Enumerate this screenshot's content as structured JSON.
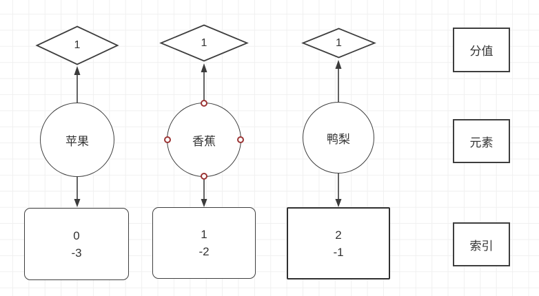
{
  "colors": {
    "canvas_bg": "#ffffff",
    "grid_line": "#f0f0f0",
    "shape_stroke": "#3d3d3d",
    "edge_stroke": "#3b3b3b",
    "text": "#333333",
    "connection_point": "#9b3333"
  },
  "diagram": {
    "columns": [
      {
        "score": "1",
        "element": "苹果",
        "index_value": "0",
        "index_offset": "-3",
        "show_connection_points": false
      },
      {
        "score": "1",
        "element": "香蕉",
        "index_value": "1",
        "index_offset": "-2",
        "show_connection_points": true
      },
      {
        "score": "1",
        "element": "鸭梨",
        "index_value": "2",
        "index_offset": "-1",
        "show_connection_points": false
      }
    ],
    "legend": [
      {
        "label": "分值"
      },
      {
        "label": "元素"
      },
      {
        "label": "索引"
      }
    ]
  }
}
